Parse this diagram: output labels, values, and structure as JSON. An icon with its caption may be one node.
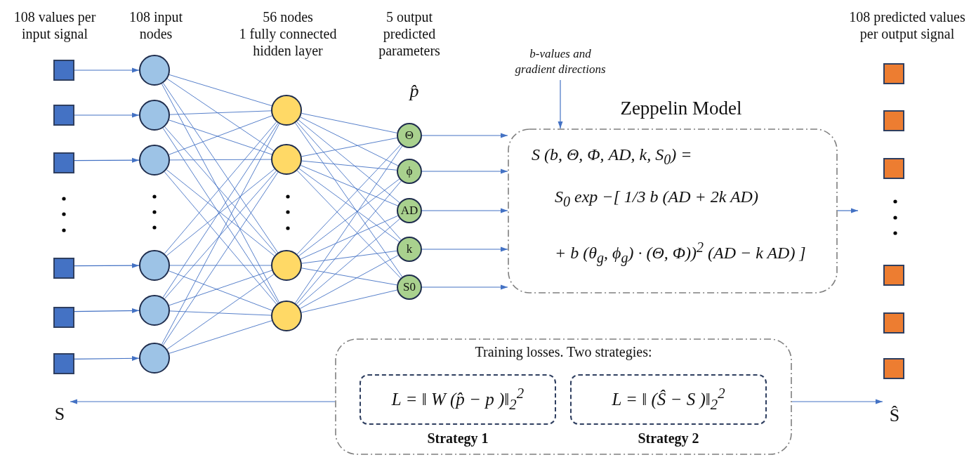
{
  "diagram": {
    "nodes": [
      {
        "text": [],
        "shape": "box"
      },
      {
        "text": [],
        "shape": "box"
      },
      {
        "text": [],
        "shape": "box"
      },
      {
        "text": [],
        "shape": "box"
      },
      {
        "text": [],
        "shape": "box"
      },
      {
        "text": [],
        "shape": "box"
      },
      {
        "text": [],
        "shape": "circle"
      },
      {
        "text": [],
        "shape": "circle"
      },
      {
        "text": [],
        "shape": "circle"
      },
      {
        "text": [],
        "shape": "circle"
      },
      {
        "text": [],
        "shape": "circle"
      },
      {
        "text": [],
        "shape": "circle"
      },
      {
        "text": [],
        "shape": "circle"
      },
      {
        "text": [],
        "shape": "circle"
      },
      {
        "text": [],
        "shape": "circle"
      },
      {
        "text": [],
        "shape": "circle"
      },
      {
        "text": [
          "Θ"
        ]
      },
      {
        "text": [
          "ϕ"
        ]
      },
      {
        "text": [
          "AD"
        ]
      },
      {
        "text": [
          "k"
        ]
      },
      {
        "text": [
          "S0"
        ]
      },
      {
        "text": [
          "Zeppelin Model",
          "S (b, Θ, Φ, AD, k, S$_{0}$) =",
          "S$_{0}$ exp −[ 1/3 b (AD + 2k AD)",
          "+ b (θ$_{g}$, ϕ$_{g}$) · (Θ, Φ))$^{2}$ (AD − k AD) ]"
        ]
      },
      {
        "text": [],
        "shape": "box"
      },
      {
        "text": [],
        "shape": "box"
      },
      {
        "text": [],
        "shape": "box"
      },
      {
        "text": [],
        "shape": "box"
      },
      {
        "text": [],
        "shape": "box"
      },
      {
        "text": [],
        "shape": "box"
      },
      {
        "text": [
          "Training losses. Two strategies:"
        ]
      },
      {
        "text": [
          "L = ‖ W (p̂ − p )‖$_{2}$$^{2}$"
        ],
        "in": 28,
        "beside": [
          "Strategy 1"
        ]
      },
      {
        "text": [
          "L = ‖ (Ŝ − S )‖$_{2}$$^{2}$"
        ],
        "in": 28,
        "beside": [
          "Strategy 2"
        ]
      },
      {
        "text": [
          "S"
        ]
      },
      {
        "text": [
          "Ŝ"
        ]
      },
      {
        "text": [
          "b-values and gradient directions"
        ]
      }
    ],
    "edges": [
      {
        "from": 0,
        "to": 6,
        "arrow": "to"
      },
      {
        "from": 1,
        "to": 7,
        "arrow": "to"
      },
      {
        "from": 2,
        "to": 8,
        "arrow": "to"
      },
      {
        "from": 3,
        "to": 9,
        "arrow": "to"
      },
      {
        "from": 4,
        "to": 10,
        "arrow": "to"
      },
      {
        "from": 5,
        "to": 11,
        "arrow": "to"
      },
      {
        "from": 6,
        "to": 12,
        "arrow": "none"
      },
      {
        "from": 6,
        "to": 13,
        "arrow": "none"
      },
      {
        "from": 6,
        "to": 14,
        "arrow": "none"
      },
      {
        "from": 6,
        "to": 15,
        "arrow": "none"
      },
      {
        "from": 7,
        "to": 12,
        "arrow": "none"
      },
      {
        "from": 7,
        "to": 13,
        "arrow": "none"
      },
      {
        "from": 7,
        "to": 14,
        "arrow": "none"
      },
      {
        "from": 7,
        "to": 15,
        "arrow": "none"
      },
      {
        "from": 8,
        "to": 12,
        "arrow": "none"
      },
      {
        "from": 8,
        "to": 13,
        "arrow": "none"
      },
      {
        "from": 8,
        "to": 14,
        "arrow": "none"
      },
      {
        "from": 8,
        "to": 15,
        "arrow": "none"
      },
      {
        "from": 9,
        "to": 12,
        "arrow": "none"
      },
      {
        "from": 9,
        "to": 13,
        "arrow": "none"
      },
      {
        "from": 9,
        "to": 14,
        "arrow": "none"
      },
      {
        "from": 9,
        "to": 15,
        "arrow": "none"
      },
      {
        "from": 10,
        "to": 12,
        "arrow": "none"
      },
      {
        "from": 10,
        "to": 13,
        "arrow": "none"
      },
      {
        "from": 10,
        "to": 14,
        "arrow": "none"
      },
      {
        "from": 10,
        "to": 15,
        "arrow": "none"
      },
      {
        "from": 11,
        "to": 12,
        "arrow": "none"
      },
      {
        "from": 11,
        "to": 13,
        "arrow": "none"
      },
      {
        "from": 11,
        "to": 14,
        "arrow": "none"
      },
      {
        "from": 11,
        "to": 15,
        "arrow": "none"
      },
      {
        "from": 12,
        "to": 16,
        "arrow": "none"
      },
      {
        "from": 12,
        "to": 17,
        "arrow": "none"
      },
      {
        "from": 12,
        "to": 18,
        "arrow": "none"
      },
      {
        "from": 12,
        "to": 19,
        "arrow": "none"
      },
      {
        "from": 12,
        "to": 20,
        "arrow": "none"
      },
      {
        "from": 13,
        "to": 16,
        "arrow": "none"
      },
      {
        "from": 13,
        "to": 17,
        "arrow": "none"
      },
      {
        "from": 13,
        "to": 18,
        "arrow": "none"
      },
      {
        "from": 13,
        "to": 19,
        "arrow": "none"
      },
      {
        "from": 13,
        "to": 20,
        "arrow": "none"
      },
      {
        "from": 14,
        "to": 16,
        "arrow": "none"
      },
      {
        "from": 14,
        "to": 17,
        "arrow": "none"
      },
      {
        "from": 14,
        "to": 18,
        "arrow": "none"
      },
      {
        "from": 14,
        "to": 19,
        "arrow": "none"
      },
      {
        "from": 14,
        "to": 20,
        "arrow": "none"
      },
      {
        "from": 15,
        "to": 16,
        "arrow": "none"
      },
      {
        "from": 15,
        "to": 17,
        "arrow": "none"
      },
      {
        "from": 15,
        "to": 18,
        "arrow": "none"
      },
      {
        "from": 15,
        "to": 19,
        "arrow": "none"
      },
      {
        "from": 15,
        "to": 20,
        "arrow": "none"
      },
      {
        "from": 16,
        "to": 21,
        "arrow": "to"
      },
      {
        "from": 17,
        "to": 21,
        "arrow": "to"
      },
      {
        "from": 18,
        "to": 21,
        "arrow": "to"
      },
      {
        "from": 19,
        "to": 21,
        "arrow": "to"
      },
      {
        "from": 20,
        "to": 21,
        "arrow": "to"
      },
      {
        "from": 33,
        "to": 21,
        "arrow": "to"
      },
      {
        "from": 21,
        "to": null,
        "arrow": "to"
      },
      {
        "from": 28,
        "to": 31,
        "arrow": "to"
      },
      {
        "from": 28,
        "to": 32,
        "arrow": "to"
      }
    ],
    "labels": [
      "108 values per input signal",
      "108 input nodes",
      "56 nodes",
      "1 fully connected hidden layer",
      "5 output predicted parameters",
      "108 predicted values per output signal",
      "p̂"
    ]
  }
}
